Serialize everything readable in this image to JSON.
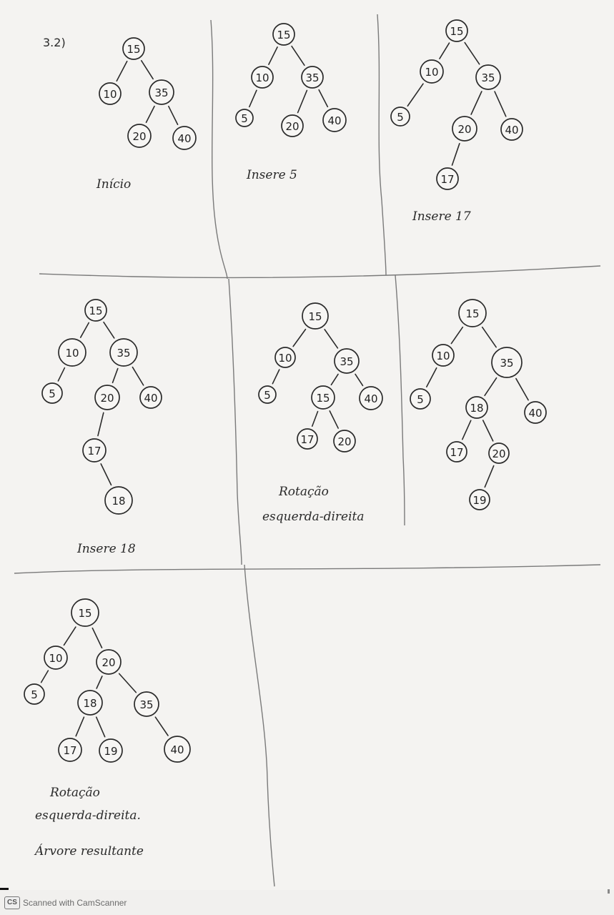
{
  "exercise_label": "3.2)",
  "panels": [
    {
      "id": "inicio",
      "caption": [
        "Início"
      ],
      "nodes": [
        "15",
        "10",
        "35",
        "20",
        "40"
      ]
    },
    {
      "id": "insere5",
      "caption": [
        "Insere 5"
      ],
      "nodes": [
        "15",
        "10",
        "35",
        "5",
        "20",
        "40"
      ]
    },
    {
      "id": "insere17",
      "caption": [
        "Insere 17"
      ],
      "nodes": [
        "15",
        "10",
        "35",
        "5",
        "20",
        "40",
        "17"
      ]
    },
    {
      "id": "insere18",
      "caption": [
        "Insere 18"
      ],
      "nodes": [
        "15",
        "10",
        "35",
        "5",
        "20",
        "40",
        "17",
        "18"
      ]
    },
    {
      "id": "rotacao1",
      "caption": [
        "Rotação",
        "esquerda-direita"
      ],
      "nodes": [
        "15",
        "10",
        "35",
        "5",
        "15",
        "40",
        "17",
        "20"
      ]
    },
    {
      "id": "rotacao1b",
      "caption": [],
      "nodes": [
        "15",
        "10",
        "35",
        "5",
        "18",
        "40",
        "17",
        "20",
        "19"
      ]
    },
    {
      "id": "final",
      "caption": [
        "Rotação",
        "esquerda-direita.",
        "Árvore resultante"
      ],
      "nodes": [
        "15",
        "10",
        "20",
        "5",
        "18",
        "35",
        "17",
        "19",
        "40"
      ]
    }
  ],
  "footer": {
    "logo": "CS",
    "text": "Scanned with CamScanner"
  }
}
